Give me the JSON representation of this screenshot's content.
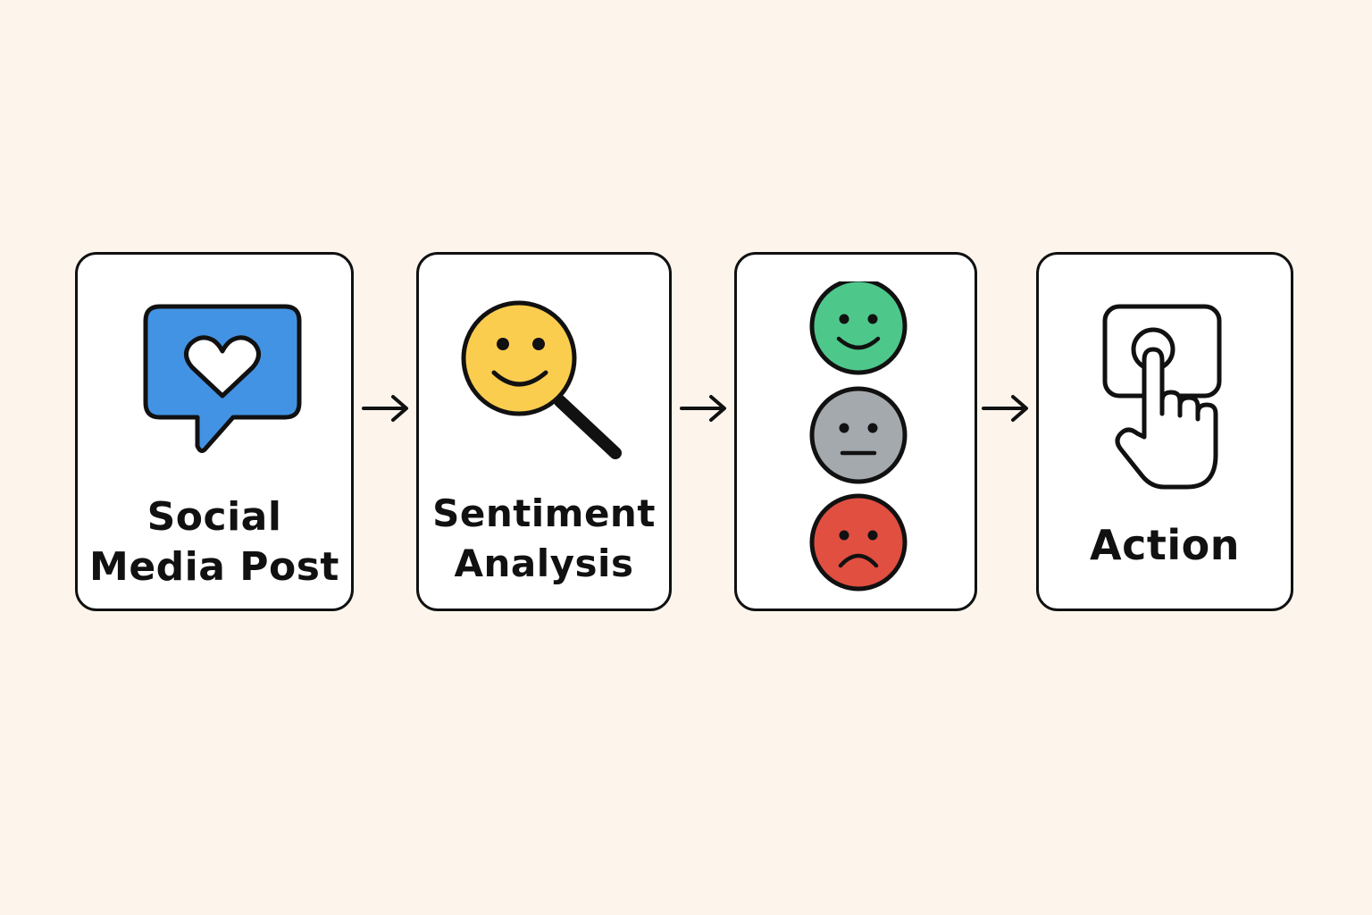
{
  "diagram": {
    "steps": [
      {
        "id": "post",
        "label_lines": [
          "Social",
          "Media Post"
        ],
        "icon": "heart-speech-bubble-icon",
        "icon_color": "#4393e4"
      },
      {
        "id": "analysis",
        "label_lines": [
          "Sentiment",
          "Analysis"
        ],
        "icon": "smiley-magnifier-icon",
        "icon_color": "#fbcd4f"
      },
      {
        "id": "result",
        "icons": [
          {
            "name": "positive-face-icon",
            "color": "#4ec78b"
          },
          {
            "name": "neutral-face-icon",
            "color": "#a3a9ad"
          },
          {
            "name": "negative-face-icon",
            "color": "#e14f41"
          }
        ]
      },
      {
        "id": "action",
        "label_lines": [
          "Action"
        ],
        "icon": "pointing-hand-button-icon"
      }
    ],
    "connectors": [
      "arrow-right-icon",
      "arrow-right-icon",
      "arrow-right-icon"
    ],
    "colors": {
      "background": "#fdf5ec",
      "card": "#ffffff",
      "outline": "#111111"
    }
  }
}
